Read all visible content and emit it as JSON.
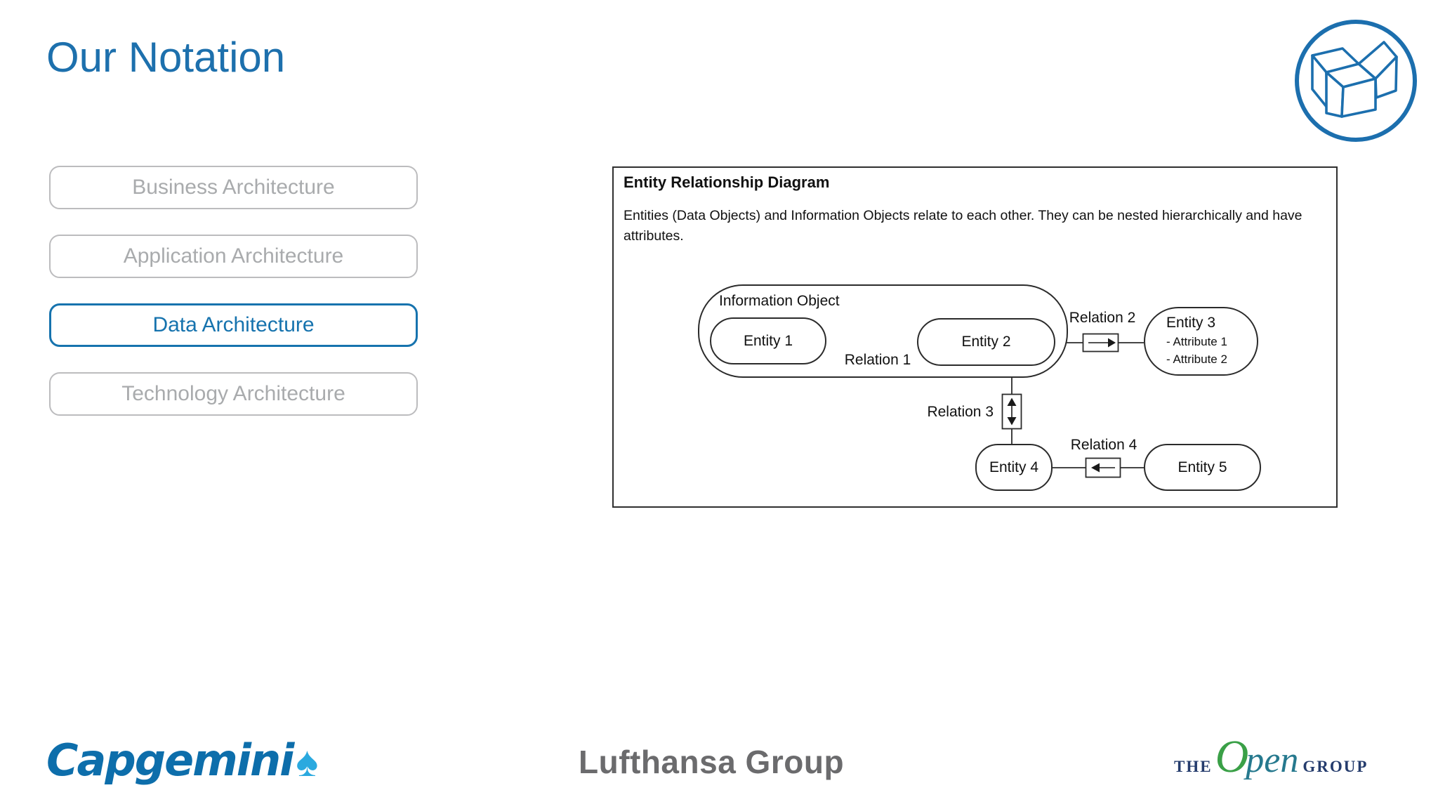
{
  "slide": {
    "title": "Our Notation"
  },
  "nav": {
    "items": [
      {
        "label": "Business Architecture",
        "active": false
      },
      {
        "label": "Application Architecture",
        "active": false
      },
      {
        "label": "Data Architecture",
        "active": true
      },
      {
        "label": "Technology Architecture",
        "active": false
      }
    ]
  },
  "diagram": {
    "heading": "Entity Relationship Diagram",
    "description": "Entities (Data Objects) and Information Objects relate to each other. They can be nested hierarchically and have attributes.",
    "information_object_label": "Information Object",
    "entities": [
      {
        "label": "Entity 1"
      },
      {
        "label": "Entity 2"
      },
      {
        "label": "Entity 3",
        "attributes": [
          "- Attribute 1",
          "- Attribute 2"
        ]
      },
      {
        "label": "Entity 4"
      },
      {
        "label": "Entity 5"
      }
    ],
    "relations": [
      {
        "label": "Relation 1",
        "direction": "right"
      },
      {
        "label": "Relation 2",
        "direction": "right"
      },
      {
        "label": "Relation 3",
        "direction": "both-vertical"
      },
      {
        "label": "Relation 4",
        "direction": "left"
      }
    ]
  },
  "footer": {
    "capgemini_text": "Capgemini",
    "capgemini_spade": "♠",
    "lufthansa_text": "Lufthansa Group",
    "open_group": {
      "the": "THE",
      "open_o": "O",
      "open_pen": "pen",
      "group": "GROUP"
    }
  },
  "icons": {
    "top_right_badge": "cubes-icon",
    "capgemini_mark": "spade-icon"
  },
  "colors": {
    "accent_blue": "#1673ae",
    "title_blue": "#1d70ad",
    "inactive_gray_text": "#a9abad",
    "inactive_gray_border": "#bcbcbe",
    "diagram_line": "#2b2b2b",
    "capgemini_blue": "#0d6eab",
    "capgemini_spade_blue": "#2aa9df",
    "lufthansa_gray": "#6b6b6d",
    "open_group_navy": "#253c6d",
    "open_group_green": "#3aa047",
    "open_group_teal": "#26798e"
  }
}
